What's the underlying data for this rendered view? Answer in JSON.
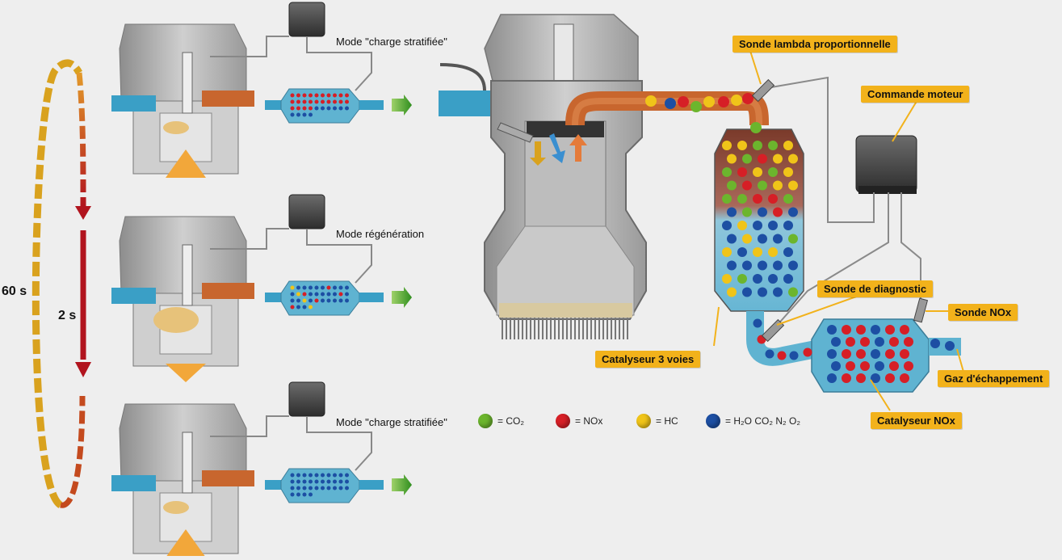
{
  "labels": {
    "lambda_sensor": "Sonde lambda proportionnelle",
    "engine_control": "Commande moteur",
    "diagnostic_sensor": "Sonde de diagnostic",
    "nox_sensor": "Sonde NOx",
    "three_way_catalyst": "Catalyseur 3 voies",
    "exhaust_gas": "Gaz d'échappement",
    "nox_catalyst": "Catalyseur NOx"
  },
  "modes": {
    "top": "Mode \"charge stratifiée\"",
    "middle": "Mode régénération",
    "bottom": "Mode \"charge stratifiée\""
  },
  "timing": {
    "long_cycle": "60 s",
    "short_cycle": "2 s"
  },
  "legend": [
    {
      "color": "#6cb52d",
      "text": "= CO₂"
    },
    {
      "color": "#d61f26",
      "text": "= NOx"
    },
    {
      "color": "#f0c419",
      "text": "= HC"
    },
    {
      "color": "#1d4fa3",
      "text": "= H₂O    CO₂    N₂    O₂"
    }
  ],
  "colors": {
    "co2": "#6cb52d",
    "nox": "#d61f26",
    "hc": "#f0c419",
    "h2o": "#1d4fa3",
    "label_bg": "#f2b21b",
    "exhaust_pipe": "#c8662e",
    "intake_pipe": "#3a9fc6",
    "catalyst_body": "#5fb3d1"
  }
}
